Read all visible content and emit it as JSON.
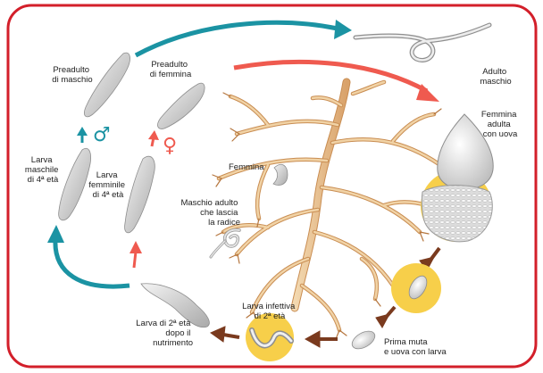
{
  "labels": {
    "preadult_male": [
      "Preadulto",
      "di maschio"
    ],
    "preadult_female": [
      "Preadulto",
      "di femmina"
    ],
    "adult_male": [
      "Adulto",
      "maschio"
    ],
    "adult_female": [
      "Femmina",
      "adulta",
      "con uova"
    ],
    "female": "Femmina",
    "adult_male_leaving": [
      "Maschio adulto",
      "che lascia",
      "la radice"
    ],
    "larva_male_4": [
      "Larva",
      "maschile",
      "di 4ª età"
    ],
    "larva_female_4": [
      "Larva",
      "femminile",
      "di 4ª età"
    ],
    "larva_2_feeding": [
      "Larva di 2ª età",
      "dopo il",
      "nutrimento"
    ],
    "infective_larva_2": [
      "Larva infettiva",
      "di 2ª età"
    ],
    "first_molt": [
      "Prima muta",
      "e uova con larva"
    ]
  },
  "symbols": {
    "male": "♂",
    "female": "♀"
  },
  "colors": {
    "frame": "#d31f2a",
    "teal": "#1b93a3",
    "red": "#ef5a4f",
    "brown": "#7a3a1e",
    "root": "#e8c79a",
    "root_stroke": "#c98d52",
    "nematode": "#c8c8c8",
    "yellow": "#f7cf4a"
  }
}
